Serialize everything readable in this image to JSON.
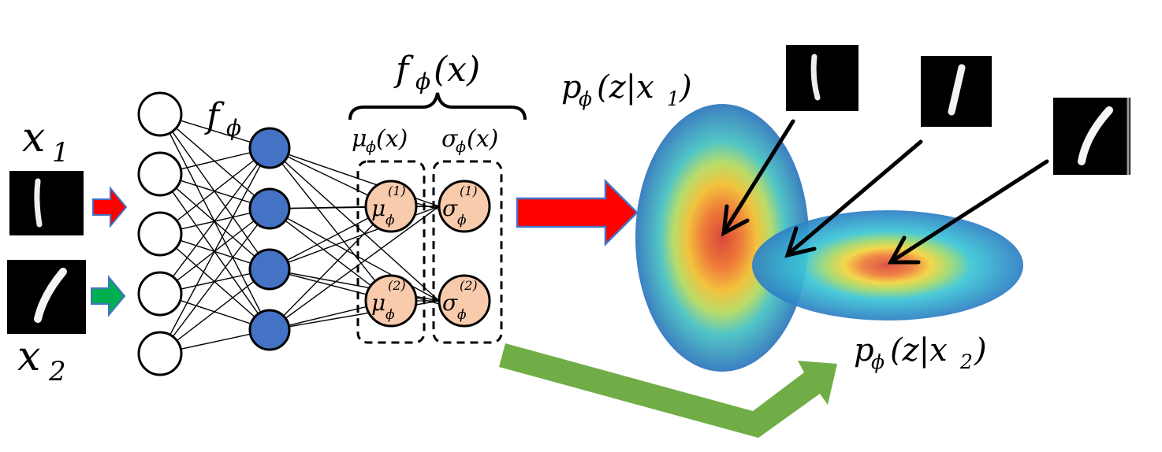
{
  "labels": {
    "x1": "x",
    "x1_sub": "1",
    "x2": "x",
    "x2_sub": "2",
    "f_phi": "f",
    "phi": "ϕ",
    "f_phi_x": "f",
    "f_phi_x_arg": "(x)",
    "mu_phi_x": "μ",
    "mu_phi_x_arg": "(x)",
    "sigma_phi_x": "σ",
    "sigma_phi_x_arg": "(x)",
    "mu_node": "μ",
    "sigma_node": "σ",
    "sup1": "(1)",
    "sup2": "(2)",
    "p_x1": "p",
    "p_x1_arg": "(z|x",
    "p_x1_sub": "1",
    "p_x2": "p",
    "p_x2_arg": "(z|x",
    "p_x2_sub": "2",
    "close_paren": ")"
  },
  "colors": {
    "hidden_node": "#4472C4",
    "output_node": "#F8CBAD",
    "red_arrow": "#FF0000",
    "green_arrow": "#00B050",
    "big_green_arrow": "#70AD47"
  },
  "network": {
    "input_nodes": 5,
    "hidden_nodes": 4,
    "mu_nodes": 2,
    "sigma_nodes": 2
  }
}
